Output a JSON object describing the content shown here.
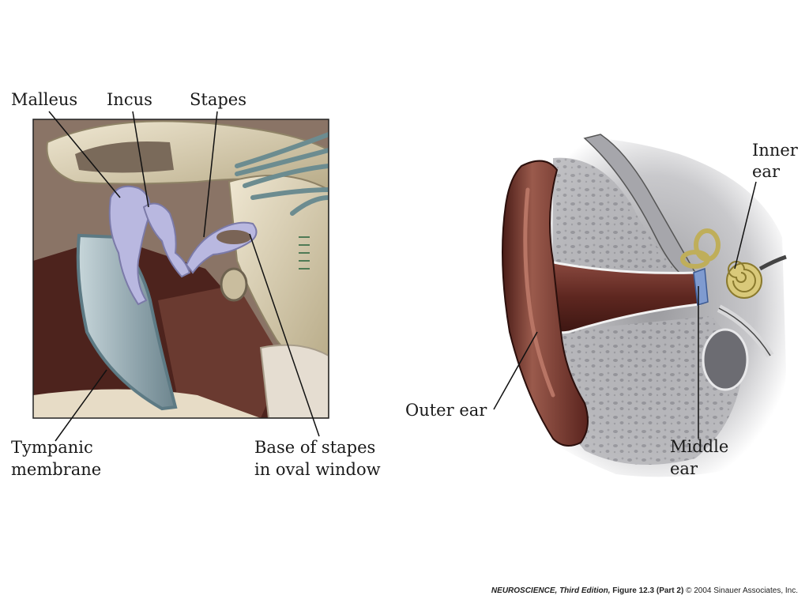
{
  "labels": {
    "malleus": "Malleus",
    "incus": "Incus",
    "stapes": "Stapes",
    "tympanic_line1": "Tympanic",
    "tympanic_line2": "membrane",
    "base_line1": "Base of stapes",
    "base_line2": "in oval window",
    "inner_line1": "Inner",
    "inner_line2": "ear",
    "outer": "Outer ear",
    "middle_line1": "Middle",
    "middle_line2": "ear"
  },
  "credit": {
    "book": "NEUROSCIENCE,",
    "edition": "Third Edition,",
    "figure": "Figure 12.3 (Part 2)",
    "copyright": "© 2004 Sinauer Associates, Inc."
  },
  "colors": {
    "bone": "#d7cdb1",
    "ossicle": "#b9b8e0",
    "membrane": "#93aab2",
    "canal": "#6b2f28",
    "cochlea": "#d9c97a",
    "nerve": "#6c8c90"
  }
}
